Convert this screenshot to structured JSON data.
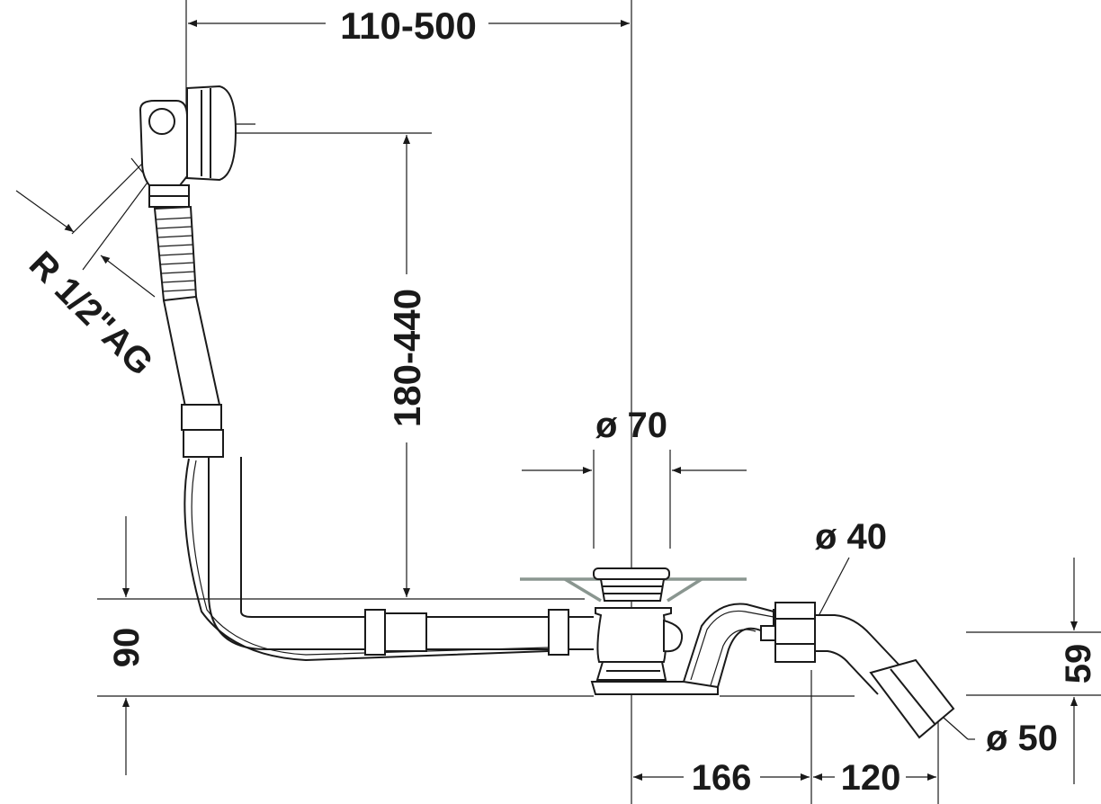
{
  "dimensions": {
    "overflow_offset": "110-500",
    "overflow_height": "180-440",
    "thread": "R 1/2\"AG",
    "drain_diameter": "ø 70",
    "trap_diameter": "ø 40",
    "outlet_diameter": "ø 50",
    "trap_height": "90",
    "outlet_height": "59",
    "trap_length": "166",
    "outlet_length": "120"
  }
}
